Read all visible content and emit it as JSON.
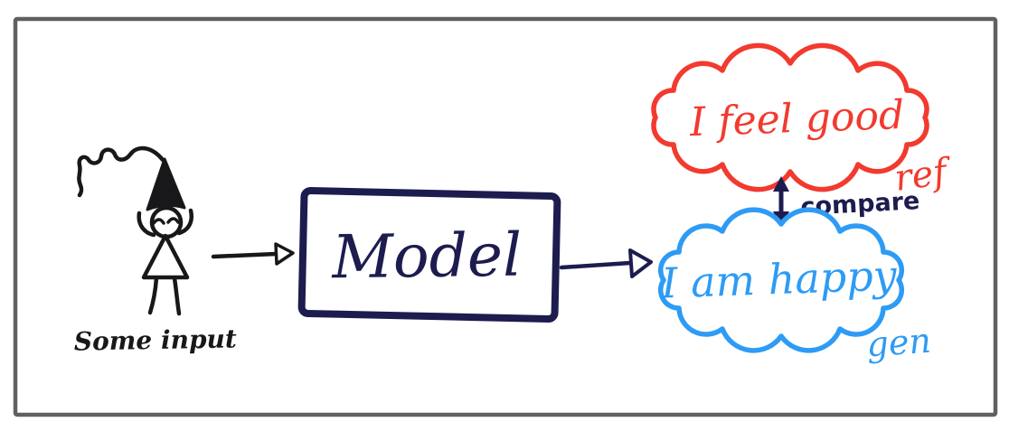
{
  "colors": {
    "frame": "#606060",
    "ink": "#18181a",
    "navy": "#1c1c4f",
    "red": "#f23a2e",
    "blue": "#2e9bf5",
    "background": "#ffffff"
  },
  "input": {
    "caption": "Some input"
  },
  "model": {
    "label": "Model"
  },
  "reference": {
    "text": "I feel good",
    "tag": "ref"
  },
  "generated": {
    "text": "I am happy",
    "tag": "gen"
  },
  "comparison": {
    "label": "compare"
  }
}
